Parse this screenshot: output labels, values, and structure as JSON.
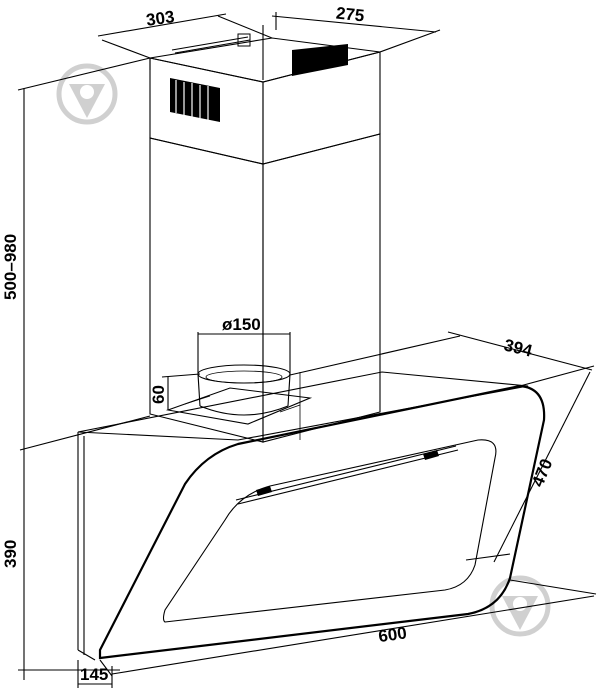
{
  "dimensions": {
    "chimney_width": "303",
    "chimney_depth": "275",
    "chimney_height": "500–980",
    "outlet_diameter": "ø150",
    "outlet_height": "60",
    "hood_depth": "394",
    "glass_height": "470",
    "hood_width": "600",
    "body_height": "390",
    "base_depth": "145"
  },
  "watermark_icon": "brand-pin-icon"
}
